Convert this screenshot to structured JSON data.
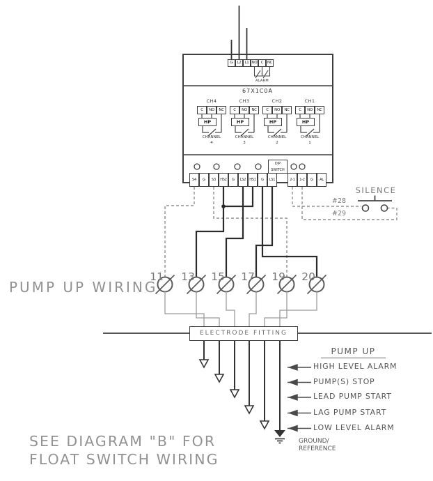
{
  "diagram": {
    "title": "PUMP UP WIRING",
    "note_line1": "SEE DIAGRAM \"B\" FOR",
    "note_line2": "FLOAT SWITCH WIRING"
  },
  "controller": {
    "model": "67X1C0A",
    "power_terminals": [
      "G",
      "L2",
      "L1",
      "NO",
      "C",
      "NC"
    ],
    "alarm_label": "ALARM",
    "dip_switch_line1": "DIP",
    "dip_switch_line2": "SWITCH",
    "channels": [
      {
        "name": "CH4",
        "c": "C",
        "no": "NO",
        "nc": "NC",
        "relay": "HP",
        "caption": "CHANNEL",
        "number": "4"
      },
      {
        "name": "CH3",
        "c": "C",
        "no": "NO",
        "nc": "NC",
        "relay": "HP",
        "caption": "CHANNEL",
        "number": "3"
      },
      {
        "name": "CH2",
        "c": "C",
        "no": "NO",
        "nc": "NC",
        "relay": "HP",
        "caption": "CHANNEL",
        "number": "2"
      },
      {
        "name": "CH1",
        "c": "C",
        "no": "NO",
        "nc": "NC",
        "relay": "HP",
        "caption": "CHANNEL",
        "number": "1"
      }
    ],
    "strip_left": [
      "S4",
      "G",
      "S3",
      "HS2",
      "G",
      "LS2",
      "HS1",
      "G",
      "LS1"
    ],
    "strip_right": [
      "2-1",
      "1-2",
      "G",
      "AL"
    ]
  },
  "silence": {
    "label": "SILENCE",
    "wire_upper": "#28",
    "wire_lower": "#29"
  },
  "electrode_terminals": [
    "11",
    "13",
    "15",
    "17",
    "19",
    "20"
  ],
  "fitting_label": "ELECTRODE FITTING",
  "legend": {
    "title": "PUMP UP",
    "items": [
      "HIGH LEVEL ALARM",
      "PUMP(S) STOP",
      "LEAD PUMP START",
      "LAG PUMP START",
      "LOW LEVEL ALARM"
    ],
    "ground_line1": "GROUND/",
    "ground_line2": "REFERENCE"
  }
}
